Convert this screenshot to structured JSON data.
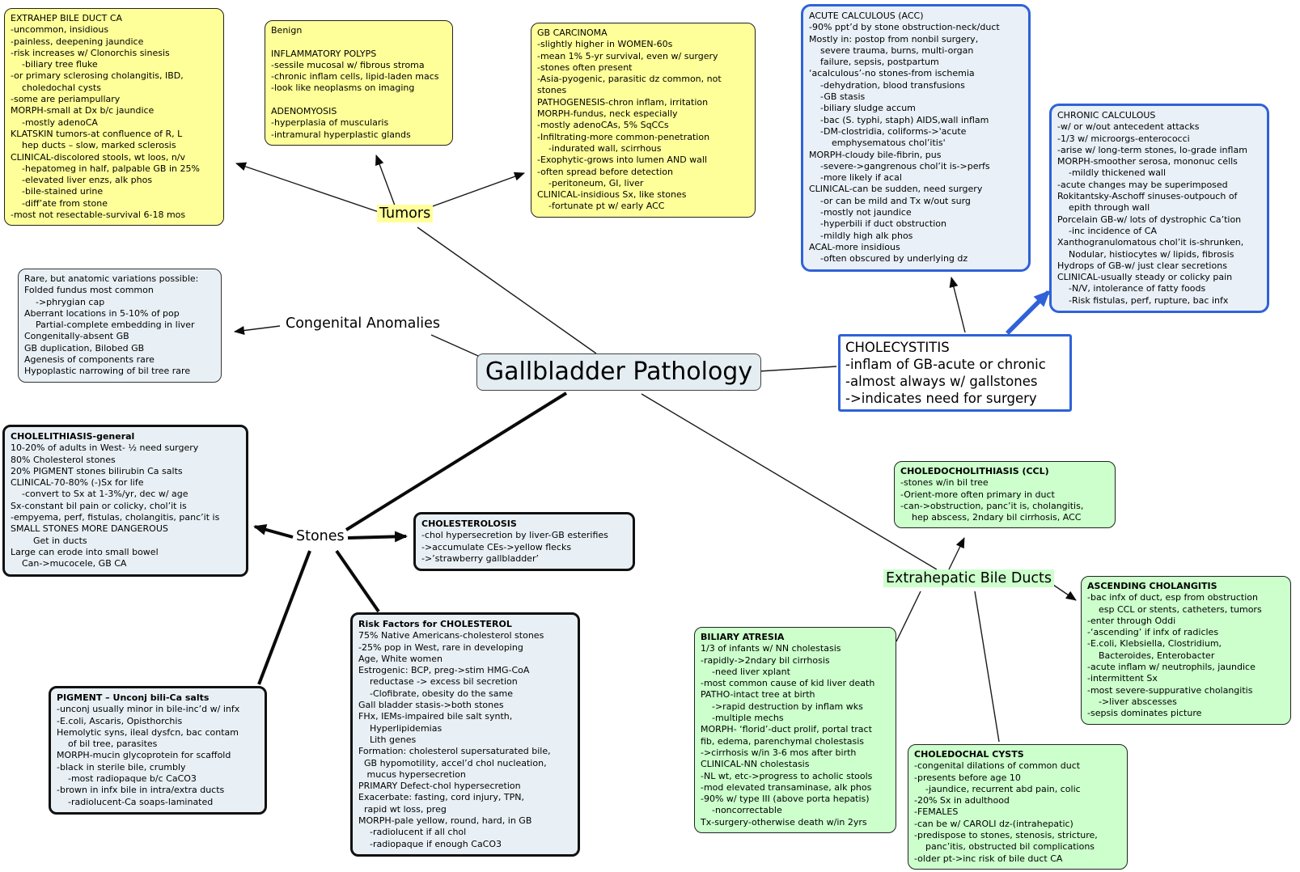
{
  "center": {
    "title": "Gallbladder Pathology"
  },
  "branches": {
    "tumors": "Tumors",
    "congenital": "Congenital Anomalies",
    "stones": "Stones",
    "extrahepatic": "Extrahepatic Bile Ducts"
  },
  "colors": {
    "yellow_box": "#ffff99",
    "green_box": "#ccffcc",
    "lightblue_box": "#e9f0f5",
    "blue_border": "#2f62d8",
    "black_border": "#111111"
  },
  "boxes": {
    "extrahep": {
      "title": "EXTRAHEP BILE DUCT CA",
      "body": "-uncommon, insidious\n-painless, deepening jaundice\n-risk increases w/ Clonorchis sinesis\n    -biliary tree fluke\n-or primary sclerosing cholangitis, IBD,\n    choledochal cysts\n-some are periampullary\nMORPH-small at Dx b/c jaundice\n    -mostly adenoCA\nKLATSKIN tumors-at confluence of R, L\n    hep ducts – slow, marked sclerosis\nCLINICAL-discolored stools, wt loos, n/v\n    -hepatomeg in half, palpable GB in 25%\n    -elevated liver enzs, alk phos\n    -bile-stained urine\n    -diff’ate from stone\n-most not resectable-survival 6-18 mos"
    },
    "benign": {
      "title": "Benign",
      "body": "\nINFLAMMATORY POLYPS\n-sessile mucosal w/ fibrous stroma\n-chronic inflam cells, lipid-laden macs\n-look like neoplasms on imaging\n\nADENOMYOSIS\n-hyperplasia of muscularis\n-intramural hyperplastic glands"
    },
    "gb_carcinoma": {
      "title": "GB CARCINOMA",
      "body": "-slightly higher in WOMEN-60s\n-mean 1% 5-yr survival, even w/ surgery\n-stones often present\n-Asia-pyogenic, parasitic dz common, not\nstones\nPATHOGENESIS-chron inflam, irritation\nMORPH-fundus, neck especially\n-mostly adenoCAs, 5% SqCCs\n-Infiltrating-more common-penetration\n    -indurated wall, scirrhous\n-Exophytic-grows into lumen AND wall\n-often spread before detection\n    -peritoneum, GI, liver\nCLINICAL-insidious Sx, like stones\n    -fortunate pt w/ early ACC"
    },
    "acute_calculous": {
      "title": "ACUTE CALCULOUS (ACC)",
      "body": "-90% ppt’d by stone obstruction-neck/duct\nMostly in: postop from nonbil surgery,\n    severe trauma, burns, multi-organ\n    failure, sepsis, postpartum\n‘acalculous’-no stones-from ischemia\n    -dehydration, blood transfusions\n    -GB stasis\n    -biliary sludge accum\n    -bac (S. typhi, staph) AIDS,wall inflam\n    -DM-clostridia, coliforms->'acute\n        emphysematous chol’itis'\nMORPH-cloudy bile-fibrin, pus\n    -severe->gangrenous chol’it is->perfs\n    -more likely if acal\nCLINICAL-can be sudden, need surgery\n    -or can be mild and Tx w/out surg\n    -mostly not jaundice\n    -hyperbili if duct obstruction\n    -mildly high alk phos\nACAL-more insidious\n    -often obscured by underlying dz"
    },
    "chronic_calculous": {
      "title": "CHRONIC CALCULOUS",
      "body": "-w/ or w/out antecedent attacks\n-1/3 w/ microorgs-enterococci\n-arise w/ long-term stones, lo-grade inflam\nMORPH-smoother serosa, mononuc cells\n    -mildly thickened wall\n-acute changes may be superimposed\nRokitantsky-Aschoff sinuses-outpouch of\n    epith through wall\nPorcelain GB-w/ lots of dystrophic Ca’tion\n    -inc incidence of CA\nXanthogranulomatous chol’it is-shrunken,\n    Nodular, histiocytes w/ lipids, fibrosis\nHydrops of GB-w/ just clear secretions\nCLINICAL-usually steady or colicky pain\n    -N/V, intolerance of fatty foods\n    -Risk fistulas, perf, rupture, bac infx"
    },
    "cholecystitis": {
      "title": "CHOLECYSTITIS",
      "body": "-inflam of GB-acute or chronic\n-almost always w/ gallstones\n->indicates need for surgery"
    },
    "anatomic_variations": {
      "title": "Rare, but anatomic variations possible:",
      "body": "Folded fundus most common\n    ->phrygian cap\nAberrant locations in 5-10% of pop\n    Partial-complete embedding in liver\nCongenitally-absent GB\nGB duplication, Bilobed GB\nAgenesis of components rare\nHypoplastic narrowing of bil tree rare"
    },
    "cholelithiasis": {
      "title": "CHOLELITHIASIS-general",
      "body": "10-20% of adults in West- ½ need surgery\n80% Cholesterol stones\n20% PIGMENT stones bilirubin Ca salts\nCLINICAL-70-80% (-)Sx for life\n    -convert to Sx at 1-3%/yr, dec w/ age\nSx-constant bil pain or colicky, chol’it is\n-empyema, perf, fistulas, cholangitis, panc’it is\nSMALL STONES MORE DANGEROUS\n        Get in ducts\nLarge can erode into small bowel\n    Can->mucocele, GB CA"
    },
    "cholesterolosis": {
      "title": "CHOLESTEROLOSIS",
      "body": "-chol hypersecretion by liver-GB esterifies\n->accumulate CEs->yellow flecks\n->’strawberry gallbladder’"
    },
    "pigment": {
      "title": "PIGMENT – Unconj bili-Ca salts",
      "body": "-unconj usually minor in bile-inc’d w/ infx\n-E.coli, Ascaris, Opisthorchis\nHemolytic syns, ileal dysfcn, bac contam\n    of bil tree, parasites\nMORPH-mucin glycoprotein for scaffold\n-black in sterile bile, crumbly\n    -most radiopaque b/c CaCO3\n-brown in infx bile in intra/extra ducts\n    -radiolucent-Ca soaps-laminated"
    },
    "risk_factors": {
      "title": "Risk Factors for CHOLESTEROL",
      "body": "75% Native Americans-cholesterol stones\n-25% pop in West, rare in developing\nAge, White women\nEstrogenic: BCP, preg->stim HMG-CoA\n    reductase -> excess bil secretion\n    -Clofibrate, obesity do the same\nGall bladder stasis->both stones\nFHx, IEMs-impaired bile salt synth,\n    Hyperlipidemias\n    Lith genes\nFormation: cholesterol supersaturated bile,\n  GB hypomotility, accel’d chol nucleation,\n   mucus hypersecretion\nPRIMARY Defect-chol hypersecretion\nExacerbate: fasting, cord injury, TPN,\n  rapid wt loss, preg\nMORPH-pale yellow, round, hard, in GB\n    -radiolucent if all chol\n    -radiopaque if enough CaCO3"
    },
    "ccl": {
      "title": "CHOLEDOCHOLITHIASIS (CCL)",
      "body": "-stones w/in bil tree\n-Orient-more often primary in duct\n-can->obstruction, panc’it is, cholangitis,\n    hep abscess, 2ndary bil cirrhosis, ACC"
    },
    "biliary_atresia": {
      "title": "BILIARY ATRESIA",
      "body": "1/3 of infants w/ NN cholestasis\n-rapidly->2ndary bil cirrhosis\n    -need liver xplant\n-most common cause of kid liver death\nPATHO-intact tree at birth\n    ->rapid destruction by inflam wks\n    -multiple mechs\nMORPH- ‘florid’-duct prolif, portal tract\nfib, edema, parenchymal cholestasis\n->cirrhosis w/in 3-6 mos after birth\nCLINICAL-NN cholestasis\n-NL wt, etc->progress to acholic stools\n-mod elevated transaminase, alk phos\n-90% w/ type III (above porta hepatis)\n    -noncorrectable\nTx-surgery-otherwise death w/in 2yrs"
    },
    "ascending_cholangitis": {
      "title": "ASCENDING CHOLANGITIS",
      "body": "-bac infx of duct, esp from obstruction\n    esp CCL or stents, catheters, tumors\n-enter through Oddi\n-‘ascending’ if infx of radicles\n-E.coli, Klebsiella, Clostridium,\n    Bacteroides, Enterobacter\n-acute inflam w/ neutrophils, jaundice\n-intermittent Sx\n-most severe-suppurative cholangitis\n    ->liver abscesses\n-sepsis dominates picture"
    },
    "choledochal_cysts": {
      "title": "CHOLEDOCHAL CYSTS",
      "body": "-congenital dilations of common duct\n-presents before age 10\n    -jaundice, recurrent abd pain, colic\n-20% Sx in adulthood\n-FEMALES\n-can be w/ CAROLI dz-(intrahepatic)\n-predispose to stones, stenosis, stricture,\n    panc’itis, obstructed bil complications\n-older pt->inc risk of bile duct CA"
    }
  },
  "edges": [
    {
      "from": "tumors",
      "to": "extrahep"
    },
    {
      "from": "tumors",
      "to": "benign"
    },
    {
      "from": "tumors",
      "to": "gb_carcinoma"
    },
    {
      "from": "center",
      "to": "tumors"
    },
    {
      "from": "congenital",
      "to": "anatomic_variations"
    },
    {
      "from": "center",
      "to": "congenital"
    },
    {
      "from": "center",
      "to": "cholecystitis"
    },
    {
      "from": "cholecystitis",
      "to": "acute_calculous"
    },
    {
      "from": "cholecystitis",
      "to": "chronic_calculous"
    },
    {
      "from": "center",
      "to": "stones"
    },
    {
      "from": "stones",
      "to": "cholelithiasis"
    },
    {
      "from": "stones",
      "to": "cholesterolosis"
    },
    {
      "from": "stones",
      "to": "pigment"
    },
    {
      "from": "stones",
      "to": "risk_factors"
    },
    {
      "from": "center",
      "to": "extrahepatic"
    },
    {
      "from": "extrahepatic",
      "to": "ccl"
    },
    {
      "from": "extrahepatic",
      "to": "biliary_atresia"
    },
    {
      "from": "extrahepatic",
      "to": "ascending_cholangitis"
    },
    {
      "from": "extrahepatic",
      "to": "choledochal_cysts"
    }
  ]
}
